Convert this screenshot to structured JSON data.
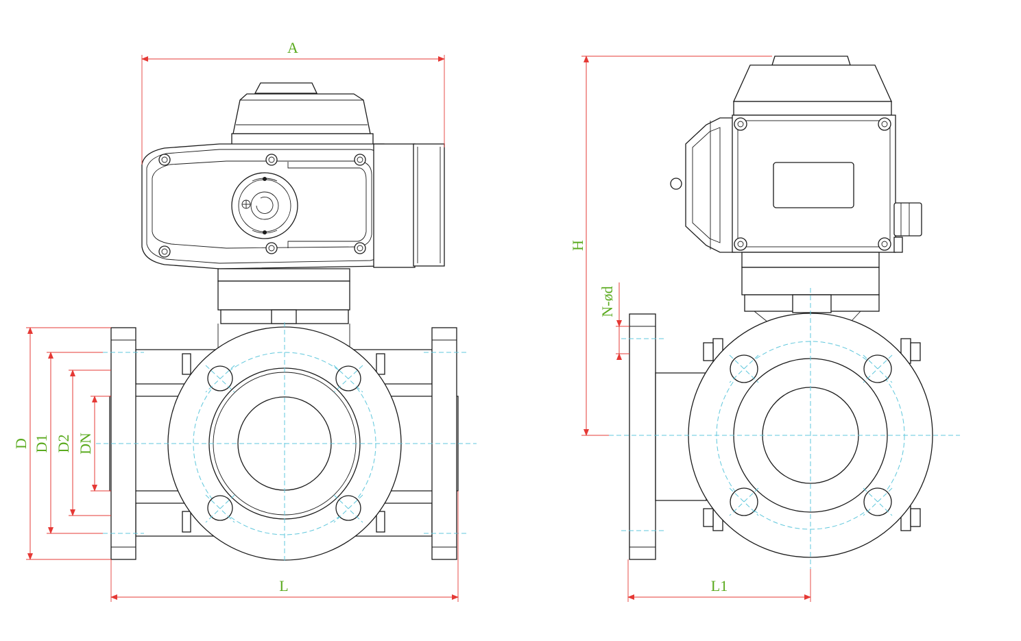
{
  "dimensions": {
    "A": "A",
    "L": "L",
    "D": "D",
    "D1": "D1",
    "D2": "D2",
    "DN": "DN",
    "H": "H",
    "N_od": "N-ød",
    "L1": "L1"
  },
  "colors": {
    "outline": "#1a1a1a",
    "dimension_line": "#e53935",
    "dimension_label": "#5aaa1e",
    "center_line": "#5fc7dc"
  }
}
